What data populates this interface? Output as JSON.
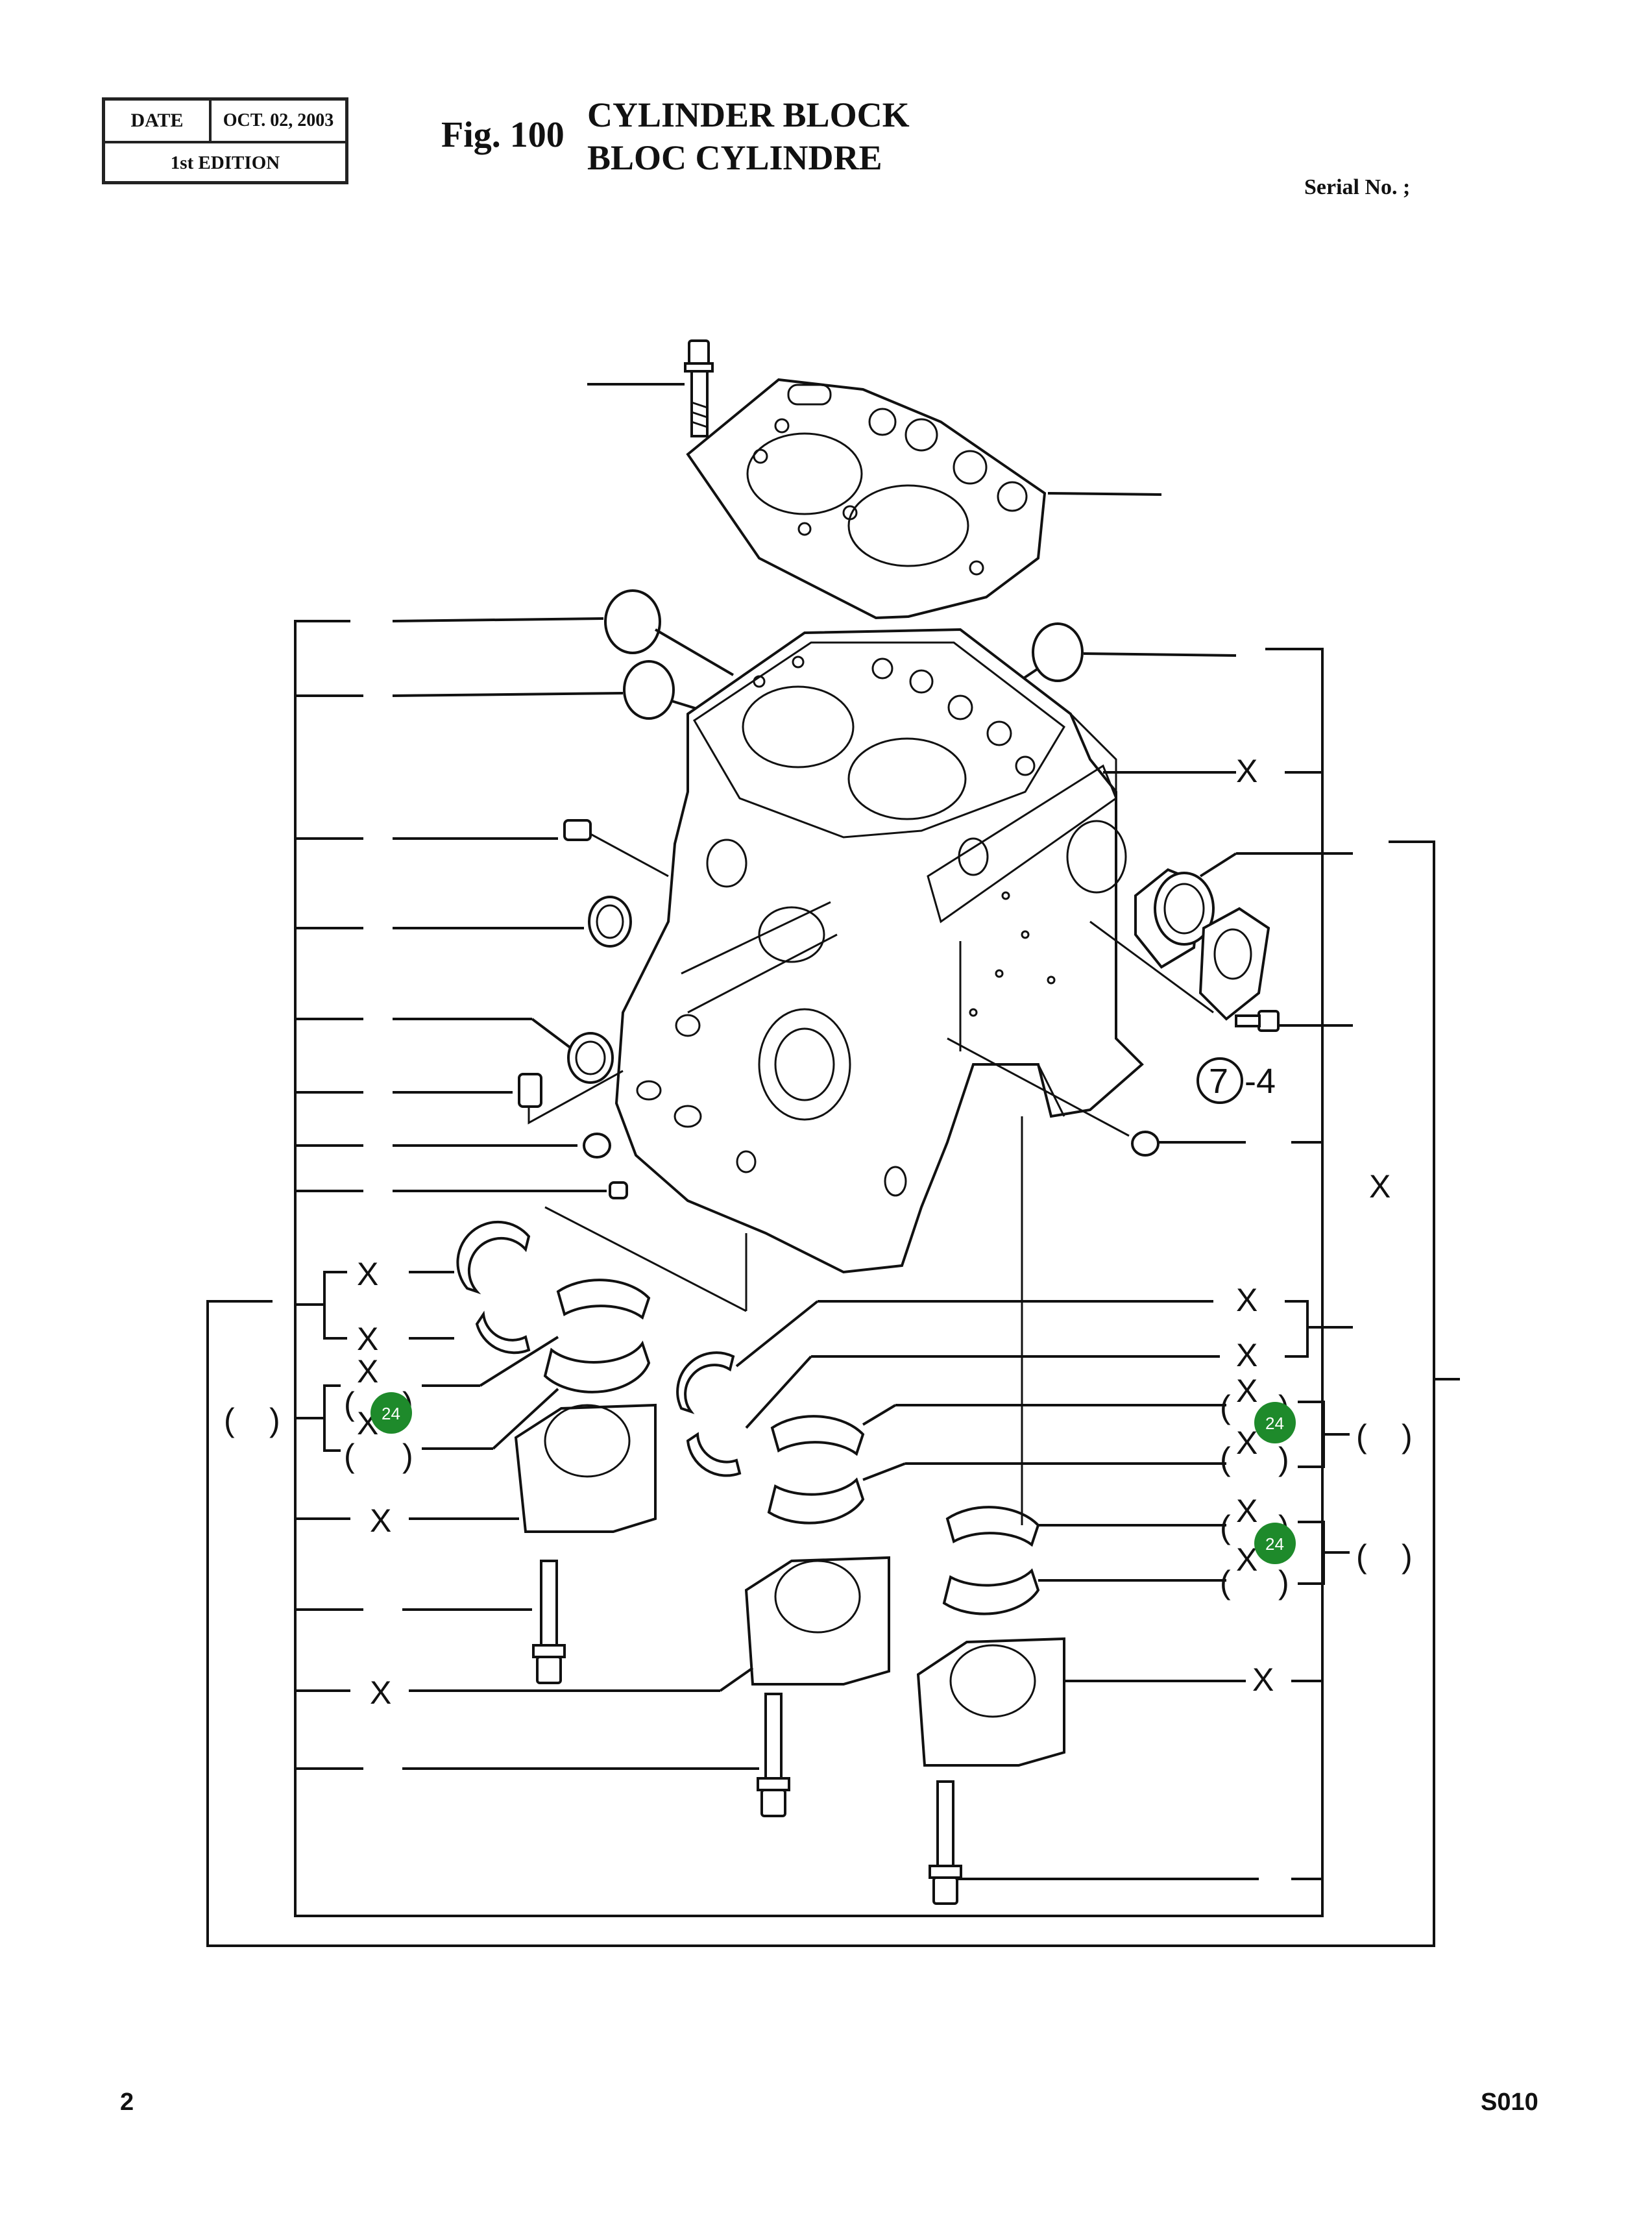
{
  "header": {
    "date_label": "DATE",
    "date_value": "OCT. 02, 2003",
    "edition": "1st EDITION",
    "fig_label": "Fig. 100",
    "title_en": "CYLINDER BLOCK",
    "title_fr": "BLOC CYLINDRE",
    "serial_label": "Serial No. ;"
  },
  "footer": {
    "page_number": "2",
    "doc_code": "S010"
  },
  "diagram": {
    "reference": "7-4",
    "reference_num": "7",
    "reference_sub": "-4",
    "callout_mark": "X",
    "paren_open": "(",
    "paren_close": ")",
    "markers": [
      {
        "label": "24"
      },
      {
        "label": "24"
      },
      {
        "label": "24"
      }
    ],
    "colors": {
      "marker": "#1e8a2b",
      "line": "#111111"
    }
  }
}
